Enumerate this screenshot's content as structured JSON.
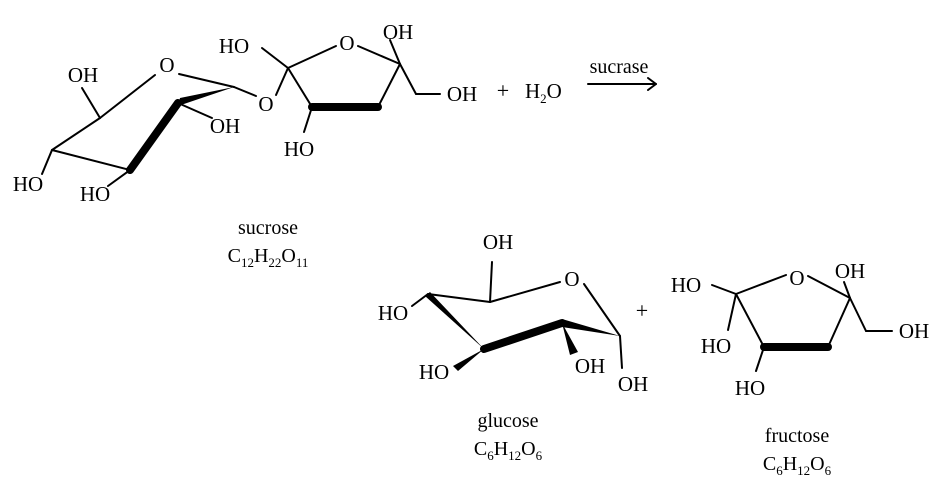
{
  "labels": {
    "oh": "OH",
    "ho": "HO",
    "o": "O",
    "plus": "+",
    "h2o_h": "H",
    "h2o_sub": "2",
    "h2o_o": "O",
    "enzyme": "sucrase"
  },
  "molecules": {
    "sucrose": {
      "name": "sucrose",
      "formula": [
        {
          "t": "C",
          "s": false
        },
        {
          "t": "12",
          "s": true
        },
        {
          "t": "H",
          "s": false
        },
        {
          "t": "22",
          "s": true
        },
        {
          "t": "O",
          "s": false
        },
        {
          "t": "11",
          "s": true
        }
      ]
    },
    "glucose": {
      "name": "glucose",
      "formula": [
        {
          "t": "C",
          "s": false
        },
        {
          "t": "6",
          "s": true
        },
        {
          "t": "H",
          "s": false
        },
        {
          "t": "12",
          "s": true
        },
        {
          "t": "O",
          "s": false
        },
        {
          "t": "6",
          "s": true
        }
      ]
    },
    "fructose": {
      "name": "fructose",
      "formula": [
        {
          "t": "C",
          "s": false
        },
        {
          "t": "6",
          "s": true
        },
        {
          "t": "H",
          "s": false
        },
        {
          "t": "12",
          "s": true
        },
        {
          "t": "O",
          "s": false
        },
        {
          "t": "6",
          "s": true
        }
      ]
    }
  }
}
